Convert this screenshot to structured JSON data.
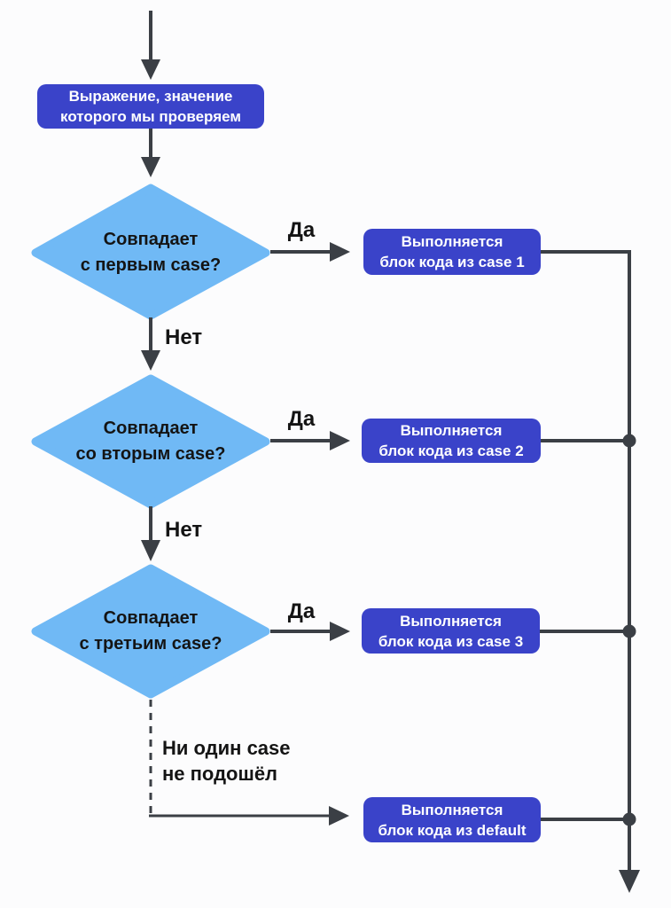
{
  "diagram": {
    "title": "switch-case flowchart",
    "language": "ru",
    "nodes": {
      "start": {
        "type": "process",
        "text": "Выражение, значение\nкоторого мы проверяем"
      },
      "decision1": {
        "type": "decision",
        "text": "Совпадает\nс первым case?"
      },
      "decision2": {
        "type": "decision",
        "text": "Совпадает\nсо вторым case?"
      },
      "decision3": {
        "type": "decision",
        "text": "Совпадает\nс третьим case?"
      },
      "case1": {
        "type": "process",
        "text": "Выполняется\nблок кода из case 1"
      },
      "case2": {
        "type": "process",
        "text": "Выполняется\nблок кода из case 2"
      },
      "case3": {
        "type": "process",
        "text": "Выполняется\nблок кода из case 3"
      },
      "default": {
        "type": "process",
        "text": "Выполняется\nблок кода из default"
      }
    },
    "edge_labels": {
      "yes1": "Да",
      "yes2": "Да",
      "yes3": "Да",
      "no1": "Нет",
      "no2": "Нет",
      "no_match": "Ни один case\nне подошёл"
    },
    "edges": [
      {
        "from": "entry",
        "to": "start",
        "label": ""
      },
      {
        "from": "start",
        "to": "decision1",
        "label": ""
      },
      {
        "from": "decision1",
        "to": "case1",
        "label": "Да"
      },
      {
        "from": "decision1",
        "to": "decision2",
        "label": "Нет"
      },
      {
        "from": "decision2",
        "to": "case2",
        "label": "Да"
      },
      {
        "from": "decision2",
        "to": "decision3",
        "label": "Нет"
      },
      {
        "from": "decision3",
        "to": "case3",
        "label": "Да"
      },
      {
        "from": "decision3",
        "to": "default",
        "label": "Ни один case не подошёл",
        "style": "dashed"
      },
      {
        "from": "case1",
        "to": "exit",
        "label": ""
      },
      {
        "from": "case2",
        "to": "exit",
        "label": ""
      },
      {
        "from": "case3",
        "to": "exit",
        "label": ""
      },
      {
        "from": "default",
        "to": "exit",
        "label": ""
      }
    ]
  },
  "colors": {
    "box_blue": "#3a43c9",
    "diamond_blue": "#70b9f5",
    "line": "#3b3f45",
    "bg": "#fcfcfd",
    "text_light": "#ffffff",
    "text_dark": "#141414"
  }
}
